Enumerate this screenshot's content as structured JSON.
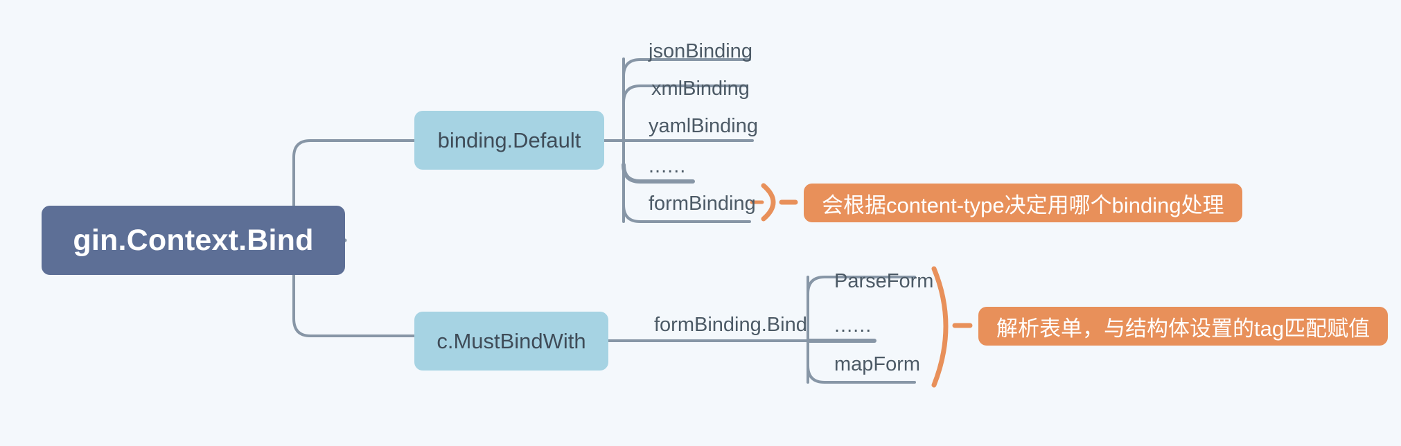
{
  "diagram": {
    "type": "mindmap",
    "title": "gin.Context.Bind",
    "background_color": "#f4f8fc",
    "colors": {
      "root_node": "#5d6f96",
      "branch_node": "#a6d3e3",
      "callout": "#e8905a",
      "connector": "#8796a6",
      "text_dark": "#4c5a66",
      "text_light": "#ffffff"
    },
    "root": {
      "label": "gin.Context.Bind"
    },
    "branches": [
      {
        "id": "binding-default",
        "label": "binding.Default",
        "edge_label": "",
        "leaves": [
          {
            "label": "jsonBinding"
          },
          {
            "label": "xmlBinding"
          },
          {
            "label": "yamlBinding"
          },
          {
            "label": "......"
          },
          {
            "label": "formBinding"
          }
        ],
        "callout": {
          "label": "会根据content-type决定用哪个binding处理",
          "attached_to": "formBinding"
        }
      },
      {
        "id": "must-bind-with",
        "label": "c.MustBindWith",
        "edge_label": "formBinding.Bind",
        "leaves": [
          {
            "label": "ParseForm"
          },
          {
            "label": "......"
          },
          {
            "label": "mapForm"
          }
        ],
        "callout": {
          "label": "解析表单，与结构体设置的tag匹配赋值",
          "attached_to": "all"
        }
      }
    ]
  }
}
